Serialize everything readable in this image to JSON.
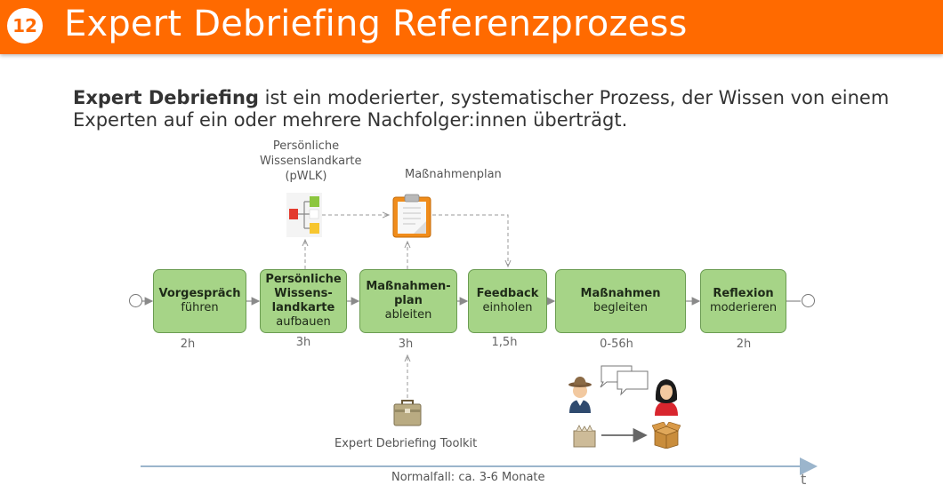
{
  "header": {
    "slide_number": "12",
    "title": "Expert Debriefing Referenzprozess",
    "color": "#ff6a00"
  },
  "intro": {
    "bold": "Expert Debriefing",
    "text": " ist ein moderierter, systematischer Prozess, der Wissen von einem Experten auf ein oder mehrere Nachfolger:innen überträgt."
  },
  "artifacts": {
    "pwlk": {
      "line1": "Persönliche",
      "line2": "Wissenslandkarte",
      "line3": "(pWLK)",
      "icon": "knowledge-map-icon"
    },
    "massnahmenplan": {
      "label": "Maßnahmenplan",
      "icon": "clipboard-icon"
    },
    "toolkit": {
      "label": "Expert Debriefing Toolkit",
      "icon": "briefcase-icon"
    }
  },
  "steps": [
    {
      "title": "Vorgespräch",
      "sub": "führen",
      "duration": "2h"
    },
    {
      "title": "Persönliche Wissens-landkarte",
      "title_lines": [
        "Persönliche",
        "Wissens-",
        "landkarte"
      ],
      "sub": "aufbauen",
      "duration": "3h"
    },
    {
      "title_lines": [
        "Maßnahmen-",
        "plan"
      ],
      "sub": "ableiten",
      "duration": "3h"
    },
    {
      "title": "Feedback",
      "sub": "einholen",
      "duration": "1,5h"
    },
    {
      "title": "Maßnahmen",
      "sub": "begleiten",
      "duration": "0-56h"
    },
    {
      "title": "Reflexion",
      "sub": "moderieren",
      "duration": "2h"
    }
  ],
  "timeline": {
    "label": "Normalfall: ca. 3-6 Monate",
    "axis_label": "t",
    "color": "#9bb5cc"
  },
  "colors": {
    "step_fill": "#a6d487",
    "step_border": "#6b9c52"
  }
}
